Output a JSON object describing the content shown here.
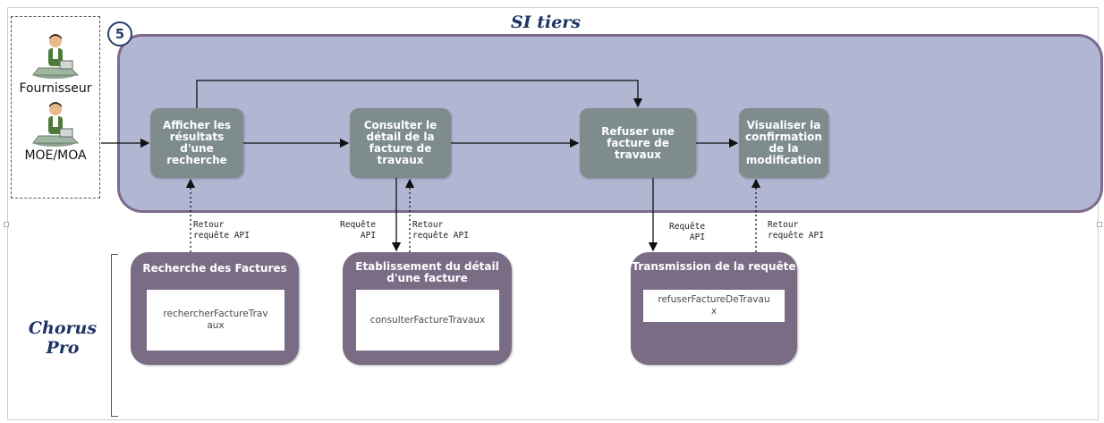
{
  "title": "SI tiers",
  "step_number": "5",
  "actors": [
    {
      "label": "Fournisseur",
      "icon": "user-at-computer-icon"
    },
    {
      "label": "MOE/MOA",
      "icon": "user-at-computer-icon"
    }
  ],
  "processes": [
    {
      "id": "afficher",
      "label": "Afficher les résultats d'une recherche"
    },
    {
      "id": "consulter",
      "label": "Consulter le détail de la facture de travaux"
    },
    {
      "id": "refuser",
      "label": "Refuser une facture de travaux"
    },
    {
      "id": "visualiser",
      "label": "Visualiser la confirmation de la modification"
    }
  ],
  "edge_labels": {
    "retour_1": "Retour\nrequête API",
    "requete_2": "Requête\nAPI",
    "retour_2": "Retour\nrequête API",
    "requete_3": "Requête\nAPI",
    "retour_3": "Retour\nrequête API"
  },
  "chorus_label": "Chorus\nPro",
  "apis": [
    {
      "title": "Recherche des Factures",
      "method": "rechercherFactureTravaux"
    },
    {
      "title": "Etablissement du détail d'une facture",
      "method": "consulterFactureTravaux"
    },
    {
      "title": "Transmission de la requête",
      "method": "refuserFactureDeTravaux"
    }
  ],
  "colors": {
    "si_zone_fill": "#b1b6d3",
    "si_zone_border": "#7e6a8f",
    "process_fill": "#7e8c8e",
    "api_fill": "#7b6c86",
    "title_color": "#1e3462"
  }
}
